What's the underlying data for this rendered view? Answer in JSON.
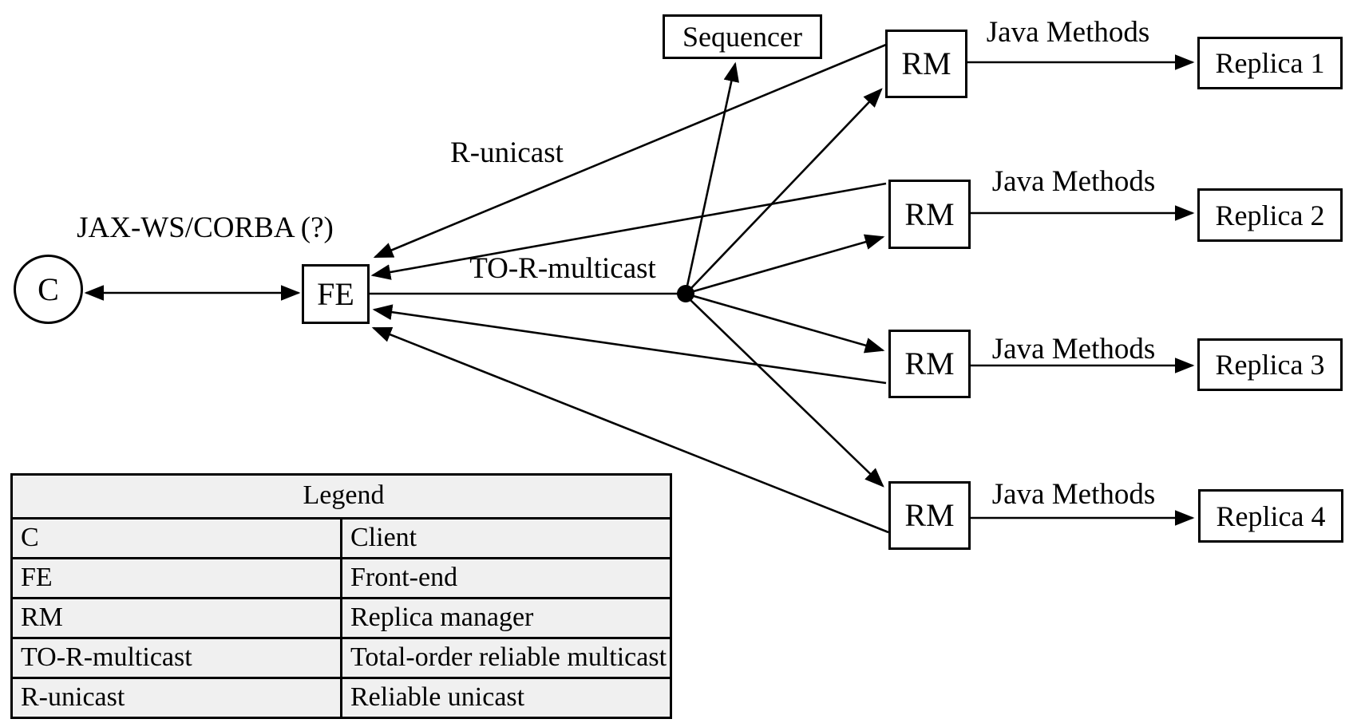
{
  "nodes": {
    "client": "C",
    "front_end": "FE",
    "sequencer": "Sequencer",
    "rm": "RM",
    "replicas": [
      "Replica 1",
      "Replica 2",
      "Replica 3",
      "Replica 4"
    ]
  },
  "edge_labels": {
    "client_fe": "JAX-WS/CORBA (?)",
    "r_unicast": "R-unicast",
    "to_r_multicast": "TO-R-multicast",
    "java_methods": "Java Methods"
  },
  "legend": {
    "title": "Legend",
    "rows": [
      {
        "key": "C",
        "value": "Client"
      },
      {
        "key": "FE",
        "value": "Front-end"
      },
      {
        "key": "RM",
        "value": "Replica manager"
      },
      {
        "key": "TO-R-multicast",
        "value": "Total-order reliable multicast"
      },
      {
        "key": "R-unicast",
        "value": "Reliable unicast"
      }
    ]
  },
  "colors": {
    "line": "#000000",
    "legend_background": "#f0f0f0",
    "page_background": "#ffffff"
  }
}
